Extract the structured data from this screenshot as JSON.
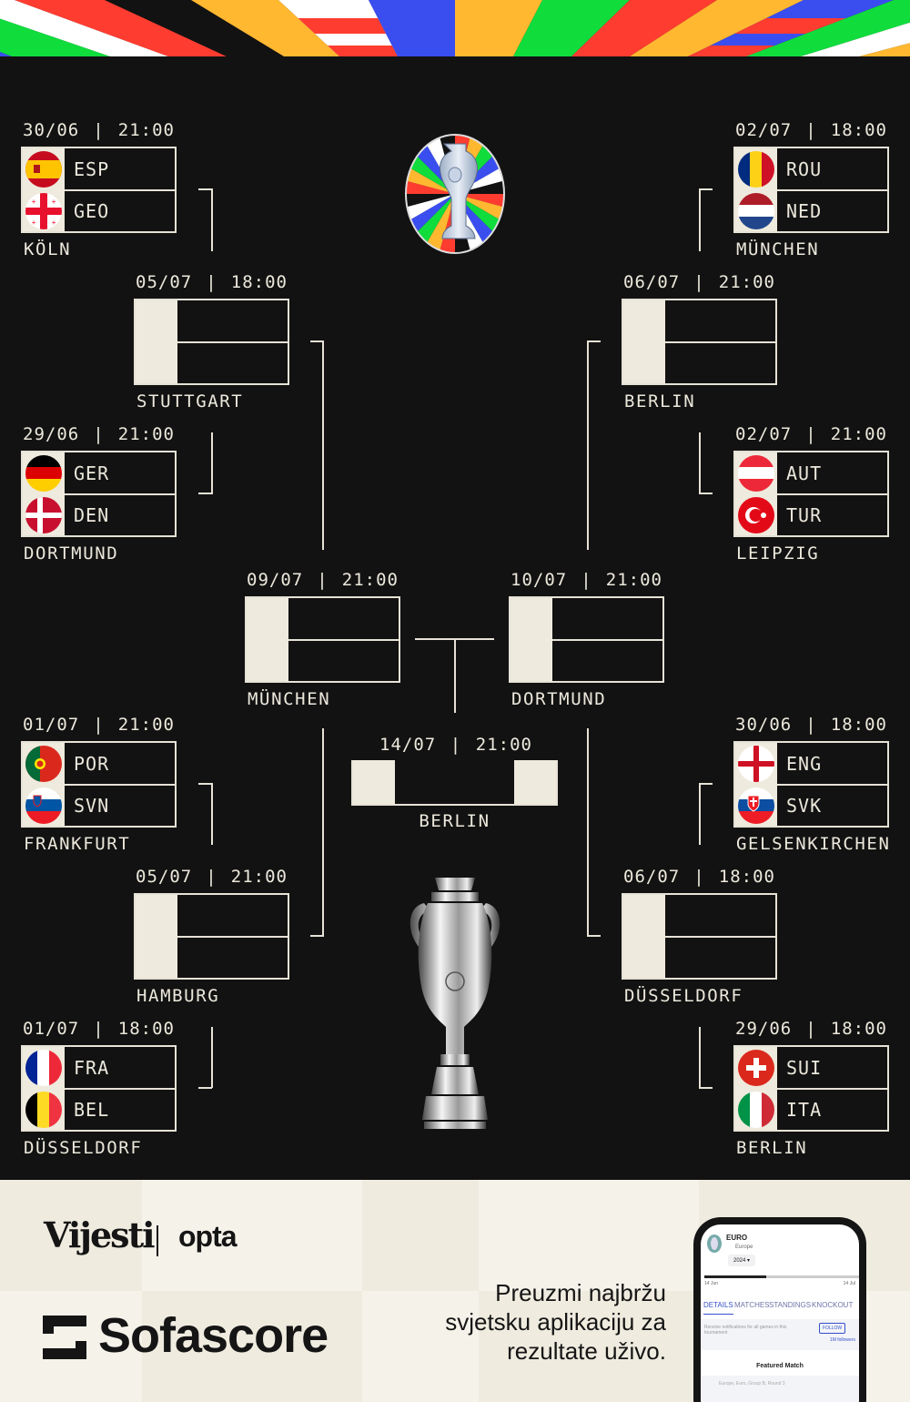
{
  "banner": {
    "colors": {
      "blue": "#3a4ef0",
      "green": "#10dc3c",
      "white": "#ffffff",
      "red": "#ff3c30",
      "black": "#121212",
      "orange": "#ffb830"
    }
  },
  "colors": {
    "background": "#121212",
    "cream": "#eeeadd",
    "line": "#e6e2d6"
  },
  "header_logo": {
    "name": "euro-2024-logo-icon"
  },
  "round_of_16": [
    {
      "date": "30/06",
      "time": "21:00",
      "venue": "KÖLN",
      "teams": [
        {
          "code": "ESP"
        },
        {
          "code": "GEO"
        }
      ]
    },
    {
      "date": "29/06",
      "time": "21:00",
      "venue": "DORTMUND",
      "teams": [
        {
          "code": "GER"
        },
        {
          "code": "DEN"
        }
      ]
    },
    {
      "date": "01/07",
      "time": "21:00",
      "venue": "FRANKFURT",
      "teams": [
        {
          "code": "POR"
        },
        {
          "code": "SVN"
        }
      ]
    },
    {
      "date": "01/07",
      "time": "18:00",
      "venue": "DÜSSELDORF",
      "teams": [
        {
          "code": "FRA"
        },
        {
          "code": "BEL"
        }
      ]
    },
    {
      "date": "02/07",
      "time": "18:00",
      "venue": "MÜNCHEN",
      "teams": [
        {
          "code": "ROU"
        },
        {
          "code": "NED"
        }
      ]
    },
    {
      "date": "02/07",
      "time": "21:00",
      "venue": "LEIPZIG",
      "teams": [
        {
          "code": "AUT"
        },
        {
          "code": "TUR"
        }
      ]
    },
    {
      "date": "30/06",
      "time": "18:00",
      "venue": "GELSENKIRCHEN",
      "teams": [
        {
          "code": "ENG"
        },
        {
          "code": "SVK"
        }
      ]
    },
    {
      "date": "29/06",
      "time": "18:00",
      "venue": "BERLIN",
      "teams": [
        {
          "code": "SUI"
        },
        {
          "code": "ITA"
        }
      ]
    }
  ],
  "quarter_finals": [
    {
      "date": "05/07",
      "time": "18:00",
      "venue": "STUTTGART"
    },
    {
      "date": "05/07",
      "time": "21:00",
      "venue": "HAMBURG"
    },
    {
      "date": "06/07",
      "time": "21:00",
      "venue": "BERLIN"
    },
    {
      "date": "06/07",
      "time": "18:00",
      "venue": "DÜSSELDORF"
    }
  ],
  "semi_finals": [
    {
      "date": "09/07",
      "time": "21:00",
      "venue": "MÜNCHEN"
    },
    {
      "date": "10/07",
      "time": "21:00",
      "venue": "DORTMUND"
    }
  ],
  "final": {
    "date": "14/07",
    "time": "21:00",
    "venue": "BERLIN"
  },
  "trophy": {
    "name": "trophy-icon"
  },
  "footer": {
    "vijesti": "Vijesti",
    "opta": "opta",
    "sofascore": "Sofascore",
    "tagline": [
      "Preuzmi najbržu",
      "svjetsku aplikaciju za",
      "rezultate uživo."
    ],
    "phone": {
      "title": "EURO",
      "region": "Europe",
      "season": "2024",
      "start": "14 Jun",
      "end": "14 Jul",
      "progress": 0.4,
      "tabs": [
        "DETAILS",
        "MATCHES",
        "STANDINGS",
        "KNOCKOUT"
      ],
      "notify": "Receive notifications for all games in this tournament",
      "follow": "FOLLOW",
      "followers": "1M followers",
      "featured": "Featured Match",
      "featured_league": "Europe, Euro, Group B, Round 3"
    }
  }
}
